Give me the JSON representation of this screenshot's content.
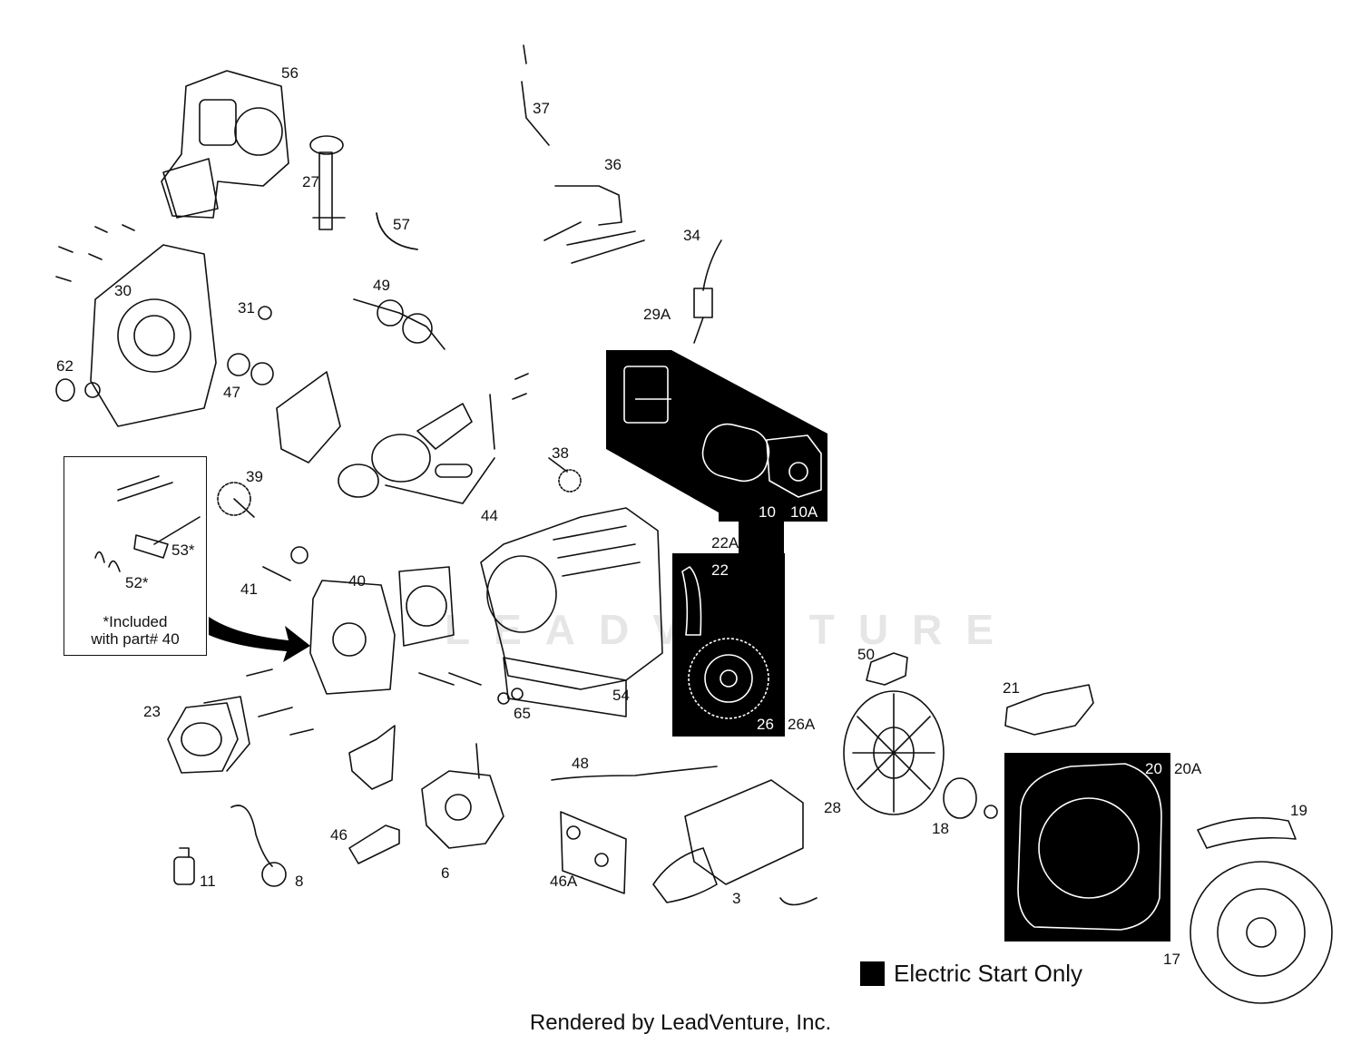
{
  "diagram": {
    "watermark": "LEADVENTURE",
    "note": {
      "text_line1": "*Included",
      "text_line2": "with part# 40"
    },
    "legend": {
      "label": "Electric Start Only",
      "swatch_color": "#000000"
    },
    "footer": "Rendered by LeadVenture, Inc.",
    "callouts": {
      "c56": "56",
      "c37": "37",
      "c36": "36",
      "c27": "27",
      "c57": "57",
      "c34": "34",
      "c29A": "29A",
      "c30": "30",
      "c31": "31",
      "c49": "49",
      "c62": "62",
      "c47": "47",
      "c38": "38",
      "c39": "39",
      "c44": "44",
      "c10": "10",
      "c10A": "10A",
      "c22A": "22A",
      "c22": "22",
      "c53": "53*",
      "c52": "52*",
      "c41": "41",
      "c40": "40",
      "c54": "54",
      "c26": "26",
      "c26A": "26A",
      "c50": "50",
      "c21": "21",
      "c23": "23",
      "c65": "65",
      "c48": "48",
      "c20": "20",
      "c20A": "20A",
      "c28": "28",
      "c18": "18",
      "c19": "19",
      "c46": "46",
      "c6": "6",
      "c46A": "46A",
      "c3": "3",
      "c11": "11",
      "c8": "8",
      "c17": "17"
    }
  }
}
